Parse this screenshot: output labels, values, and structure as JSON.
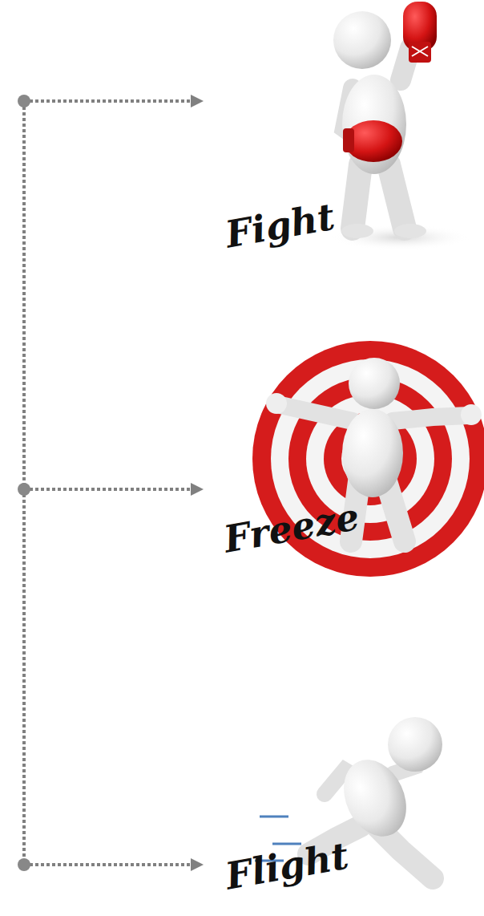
{
  "diagram": {
    "nodes": [
      {
        "text": [
          "Fight"
        ]
      },
      {
        "text": [
          "Freeze"
        ]
      },
      {
        "text": [
          "Flight"
        ]
      }
    ]
  }
}
